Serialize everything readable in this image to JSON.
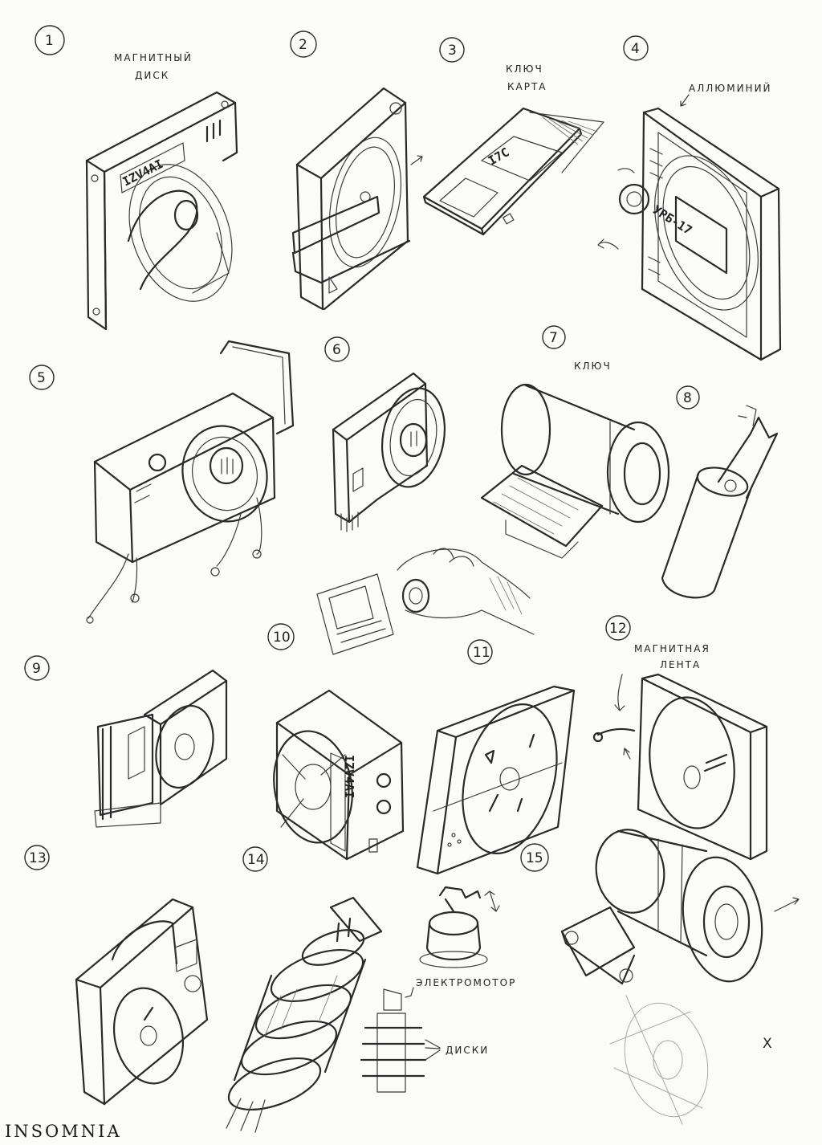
{
  "items": [
    {
      "number": "1",
      "label_lines": [
        "МАГНИТНЫЙ",
        "ДИСК"
      ],
      "plate": "IZV4AI"
    },
    {
      "number": "2"
    },
    {
      "number": "3",
      "label_lines": [
        "КЛЮЧ",
        "КАРТА"
      ],
      "plate": "I7C"
    },
    {
      "number": "4",
      "label_lines": [
        "АЛЛЮМИНИЙ"
      ],
      "plate": "УРБ-17"
    },
    {
      "number": "5"
    },
    {
      "number": "6"
    },
    {
      "number": "7",
      "label_lines": [
        "КЛЮЧ"
      ]
    },
    {
      "number": "8"
    },
    {
      "number": "9"
    },
    {
      "number": "10",
      "plate": "IZV4AI"
    },
    {
      "number": "11"
    },
    {
      "number": "12",
      "label_lines": [
        "МАГНИТНАЯ",
        "ЛЕНТА"
      ]
    },
    {
      "number": "13"
    },
    {
      "number": "14",
      "callouts": [
        "ЭЛЕКТРОМОТОР",
        "ДИСКИ"
      ]
    },
    {
      "number": "15"
    }
  ],
  "misc": {
    "cross_mark": "X"
  },
  "signature": "INSOMNIA",
  "colors": {
    "paper": "#fbfbfa",
    "ink": "#2a2a2a"
  }
}
